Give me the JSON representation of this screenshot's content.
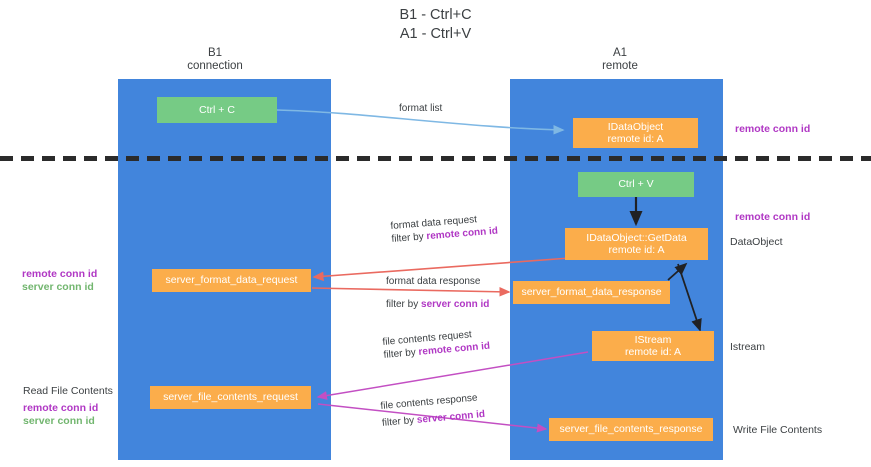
{
  "title": {
    "line1": "B1 - Ctrl+C",
    "line2": "A1 - Ctrl+V"
  },
  "columns": [
    {
      "name": "B1",
      "sub": "connection"
    },
    {
      "name": "A1",
      "sub": "remote"
    }
  ],
  "nodes": {
    "ctrl_c": {
      "line1": "Ctrl + C",
      "line2": ""
    },
    "idataobject": {
      "line1": "IDataObject",
      "line2": "remote id: A"
    },
    "ctrl_v": {
      "line1": "Ctrl + V",
      "line2": ""
    },
    "getdata": {
      "line1": "IDataObject::GetData",
      "line2": "remote id: A"
    },
    "server_format_data_request": {
      "line1": "server_format_data_request",
      "line2": ""
    },
    "server_format_data_response": {
      "line1": "server_format_data_response",
      "line2": ""
    },
    "istream": {
      "line1": "IStream",
      "line2": "remote id: A"
    },
    "server_file_contents_request": {
      "line1": "server_file_contents_request",
      "line2": ""
    },
    "server_file_contents_response": {
      "line1": "server_file_contents_response",
      "line2": ""
    }
  },
  "right_labels": {
    "remote_conn_id_top": "remote conn id",
    "remote_conn_id_mid": "remote conn id",
    "dataobject": "DataObject",
    "istream": "Istream",
    "write_file_contents": "Write File Contents"
  },
  "left_labels": {
    "remote_conn_id": "remote conn id",
    "server_conn_id": "server conn id",
    "read_file_contents": "Read File Contents",
    "remote_conn_id_2": "remote conn id",
    "server_conn_id_2": "server conn id"
  },
  "edges": [
    {
      "id": "format-list",
      "text": "format list",
      "qualifier": "",
      "qualifier_prefix": ""
    },
    {
      "id": "format-data-request",
      "text": "format data request",
      "qualifier_prefix": "filter by ",
      "qualifier": "remote conn id"
    },
    {
      "id": "format-data-response",
      "text": "format data response",
      "qualifier_prefix": "filter by ",
      "qualifier": "server conn id"
    },
    {
      "id": "file-contents-request",
      "text": "file contents request",
      "qualifier_prefix": "filter by ",
      "qualifier": "remote conn id"
    },
    {
      "id": "file-contents-response",
      "text": "file contents response",
      "qualifier_prefix": "filter by ",
      "qualifier": "server conn id"
    }
  ],
  "colors": {
    "lane": "#4285dc",
    "orange": "#fbad4b",
    "green": "#76cb85",
    "purple": "#b037c4",
    "green_text": "#72b66f",
    "red_arrow": "#ea6a60",
    "blue_arrow": "#7fb8e4",
    "magenta_arrow": "#c34fc3",
    "black_arrow": "#202124"
  }
}
